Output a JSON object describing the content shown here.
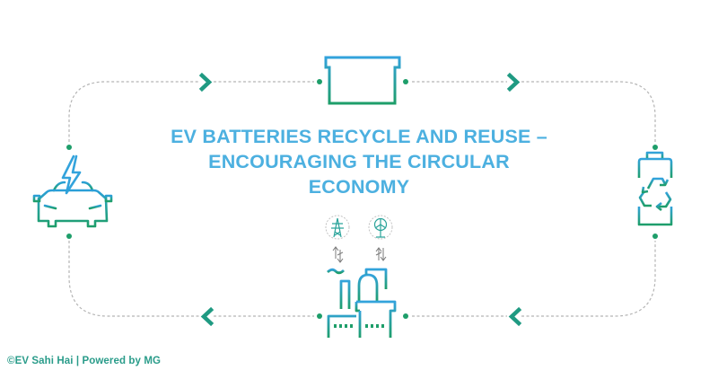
{
  "title": {
    "lines": [
      "EV BATTERIES RECYCLE AND REUSE –",
      "ENCOURAGING THE CIRCULAR",
      "ECONOMY"
    ]
  },
  "footer": {
    "credit": "©EV Sahi Hai | Powered by MG"
  },
  "cycle": {
    "nodes": [
      {
        "id": "battery",
        "icon": "car-battery-icon",
        "position": "top"
      },
      {
        "id": "recycle",
        "icon": "battery-recycle-icon",
        "position": "right"
      },
      {
        "id": "factory",
        "icon": "factory-icon",
        "position": "bottom"
      },
      {
        "id": "ev",
        "icon": "electric-car-icon",
        "position": "left"
      }
    ],
    "sub_icons": [
      {
        "icon": "power-tower-icon"
      },
      {
        "icon": "wind-turbine-icon"
      }
    ],
    "direction_arrows": [
      "right",
      "right",
      "left",
      "left"
    ]
  },
  "colors": {
    "title": "#4cb0e0",
    "gradient_top": "#33a3dc",
    "gradient_bottom": "#1e9e6a",
    "chevron": "#1f9a82",
    "dot": "#1e9e6a",
    "dashed_path": "#b5b5b5",
    "footer": "#2a9c8a"
  }
}
